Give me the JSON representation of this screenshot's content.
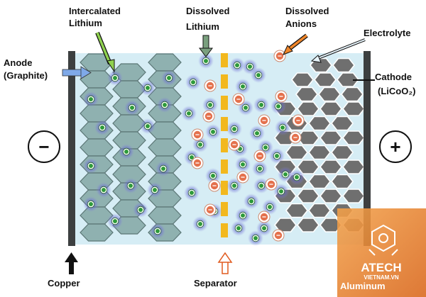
{
  "labels": {
    "intercalated_line1": "Intercalated",
    "intercalated_line2": "Lithium",
    "dissolved_li_line1": "Dissolved",
    "dissolved_li_line2": "Lithium",
    "dissolved_an_line1": "Dissolved",
    "dissolved_an_line2": "Anions",
    "electrolyte": "Electrolyte",
    "anode_line1": "Anode",
    "anode_line2": "(Graphite)",
    "cathode_line1": "Cathode",
    "cathode_line2": "(LiCoO₂)",
    "copper": "Copper",
    "separator": "Separator",
    "aluminum": "Aluminum"
  },
  "signs": {
    "negative": "−",
    "positive": "+"
  },
  "watermark": {
    "brand": "ATECH",
    "site": "VIETNAM.VN"
  },
  "colors": {
    "electrolyte": "#d6edf5",
    "anode_hex": "#8fb1b0",
    "cathode_hex": "#6f6f6f",
    "separator": "#f2b81e",
    "lithium_ion": "#2e9b3a",
    "anion": "#e4714d",
    "ion_glow": "#4d4db8",
    "arrow_green": "#8fd14f",
    "arrow_orange": "#f0862a",
    "arrow_blue": "#7fa9e8",
    "watermark": "#e8821f"
  }
}
